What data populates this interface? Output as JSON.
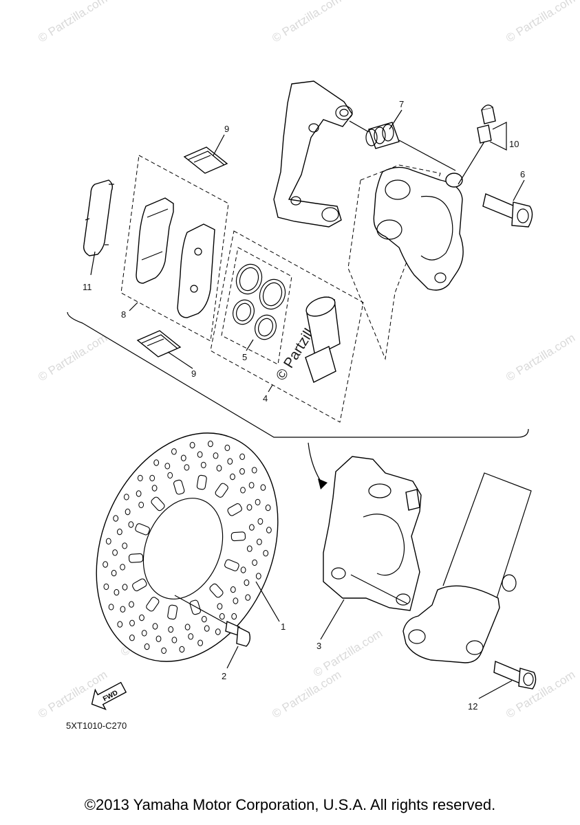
{
  "diagram": {
    "callouts": [
      {
        "id": "c1",
        "label": "1"
      },
      {
        "id": "c2",
        "label": "2"
      },
      {
        "id": "c3",
        "label": "3"
      },
      {
        "id": "c4",
        "label": "4"
      },
      {
        "id": "c5",
        "label": "5"
      },
      {
        "id": "c6",
        "label": "6"
      },
      {
        "id": "c7",
        "label": "7"
      },
      {
        "id": "c8",
        "label": "8"
      },
      {
        "id": "c9a",
        "label": "9"
      },
      {
        "id": "c9b",
        "label": "9"
      },
      {
        "id": "c10",
        "label": "10"
      },
      {
        "id": "c11",
        "label": "11"
      },
      {
        "id": "c12",
        "label": "12"
      }
    ],
    "fwd_label": "FWD",
    "drawing_code": "5XT1010-C270",
    "watermark_text": "© Partzilla.com",
    "center_watermark": "© Partzilla.com"
  },
  "footer": {
    "copyright": "©2013 Yamaha Motor Corporation, U.S.A. All rights reserved."
  }
}
